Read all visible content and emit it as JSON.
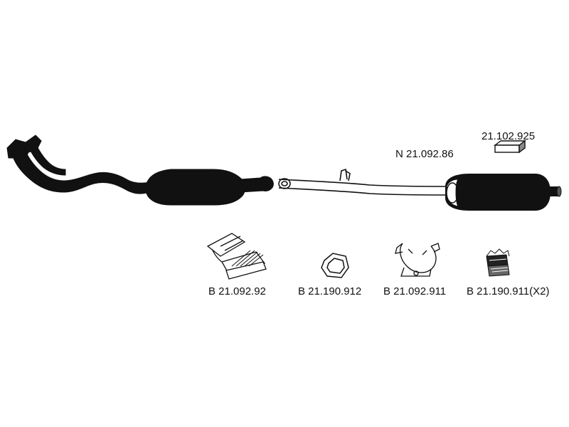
{
  "parts": {
    "rear_muffler": {
      "label": "N 21.092.86"
    },
    "mount_block": {
      "label": "21.102.925"
    },
    "clamp_bracket": {
      "label": "B 21.092.92"
    },
    "ring_seal": {
      "label": "B 21.190.912"
    },
    "hanger_clamp": {
      "label": "B 21.092.911"
    },
    "rubber_mount": {
      "label": "B 21.190.911(X2)"
    }
  },
  "colors": {
    "ink": "#111111",
    "paper": "#ffffff"
  }
}
